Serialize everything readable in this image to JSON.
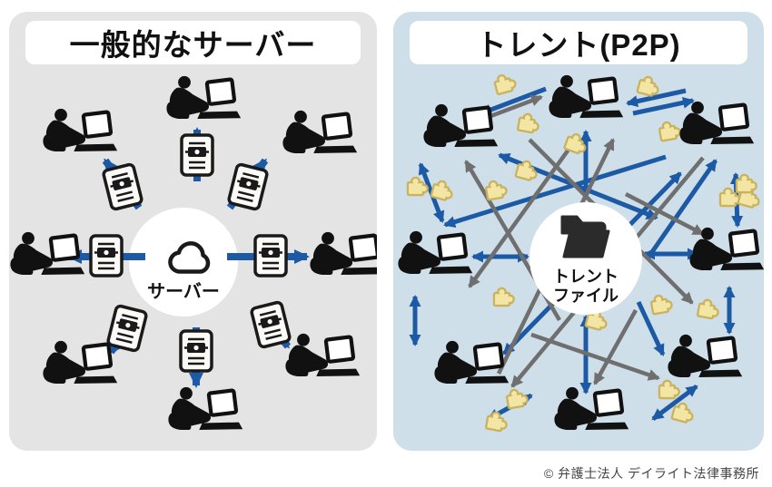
{
  "left_panel": {
    "title": "一般的なサーバー",
    "center_icon": "cloud-icon",
    "center_label": "サーバー",
    "transfer_icon": "document-file-icon",
    "peer_count": 8
  },
  "right_panel": {
    "title": "トレント(P2P)",
    "center_icon": "open-folder-icon",
    "center_label_line1": "トレント",
    "center_label_line2": "ファイル",
    "transfer_icon": "puzzle-piece-icon",
    "peer_count": 8
  },
  "footer": {
    "copyright": "© 弁護士法人 デイライト法律事務所"
  },
  "colors": {
    "background": "#ffffff",
    "left_panel_bg": "#e4e4e4",
    "right_panel_bg": "#cfdfe9",
    "panel_title_bg": "#ffffff",
    "text": "#111111",
    "copyright_text": "#444444",
    "arrow_blue": "#1d5aa5",
    "arrow_gray": "#6f6f6f",
    "puzzle_fill": "#f3e5a3",
    "puzzle_stroke": "#c9b35f",
    "silhouette": "#111111"
  }
}
